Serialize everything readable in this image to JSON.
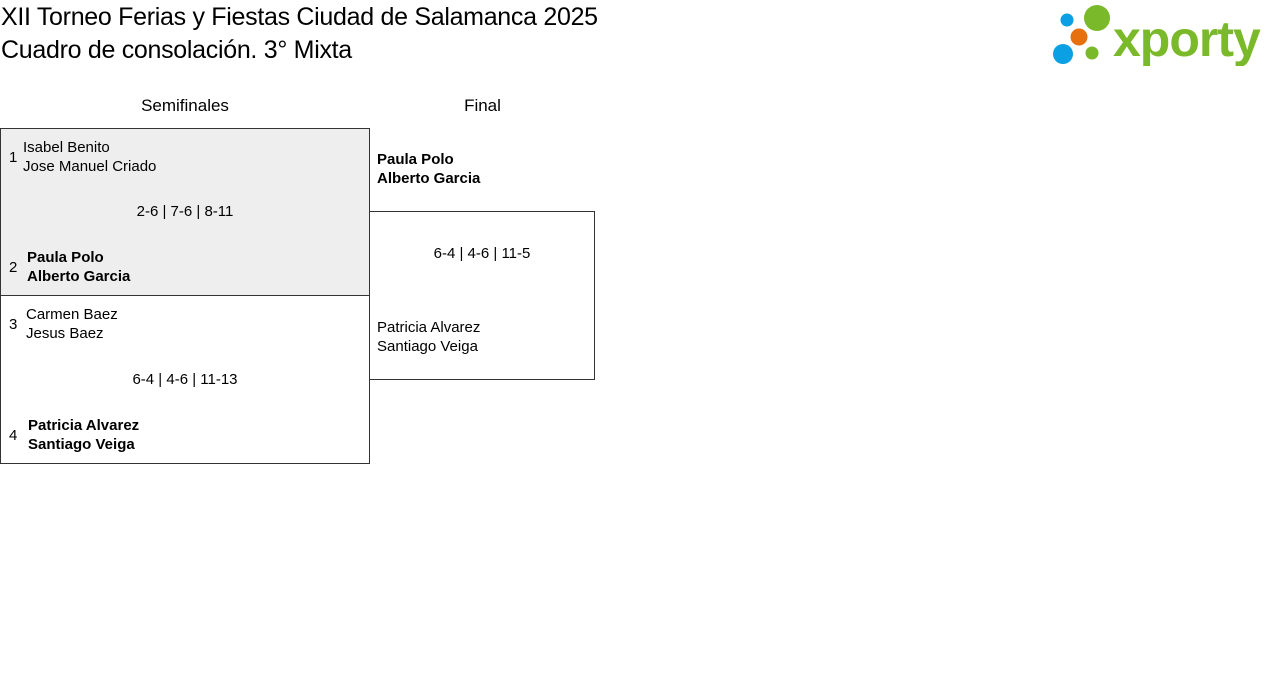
{
  "header": {
    "title": "XII Torneo Ferias y Fiestas Ciudad de Salamanca 2025",
    "subtitle": "Cuadro de consolación. 3° Mixta",
    "logo_text": "xporty"
  },
  "colors": {
    "logo_green": "#7ab929",
    "logo_blue": "#0aa0e3",
    "logo_orange": "#e5700d",
    "match_bg": "#eeeeee"
  },
  "rounds": [
    {
      "label": "Semifinales"
    },
    {
      "label": "Final"
    }
  ],
  "semis": [
    {
      "score": "2-6 | 7-6 | 8-11",
      "top": {
        "seed": "1",
        "p1": "Isabel Benito",
        "p2": "Jose Manuel Criado"
      },
      "bottom": {
        "seed": "2",
        "p1": "Paula Polo",
        "p2": "Alberto Garcia"
      }
    },
    {
      "score": "6-4 | 4-6 | 11-13",
      "top": {
        "seed": "3",
        "p1": "Carmen Baez",
        "p2": "Jesus Baez"
      },
      "bottom": {
        "seed": "4",
        "p1": "Patricia Alvarez",
        "p2": "Santiago Veiga"
      }
    }
  ],
  "final": {
    "score": "6-4 | 4-6 | 11-5",
    "top": {
      "p1": "Paula Polo",
      "p2": "Alberto Garcia"
    },
    "bottom": {
      "p1": "Patricia Alvarez",
      "p2": "Santiago Veiga"
    }
  }
}
